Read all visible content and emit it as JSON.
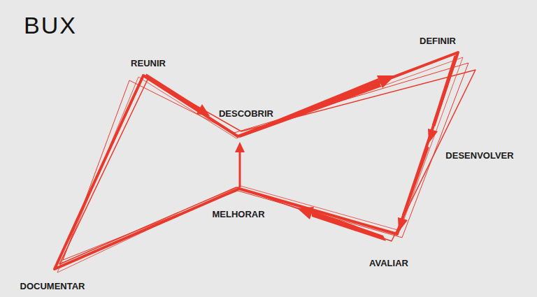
{
  "diagram": {
    "labels": [
      "BUX",
      "REUNIR",
      "DESCOBRIR",
      "DEFINIR",
      "DESENVOLVER",
      "MELHORAR",
      "AVALIAR",
      "DOCUMENTAR"
    ]
  }
}
